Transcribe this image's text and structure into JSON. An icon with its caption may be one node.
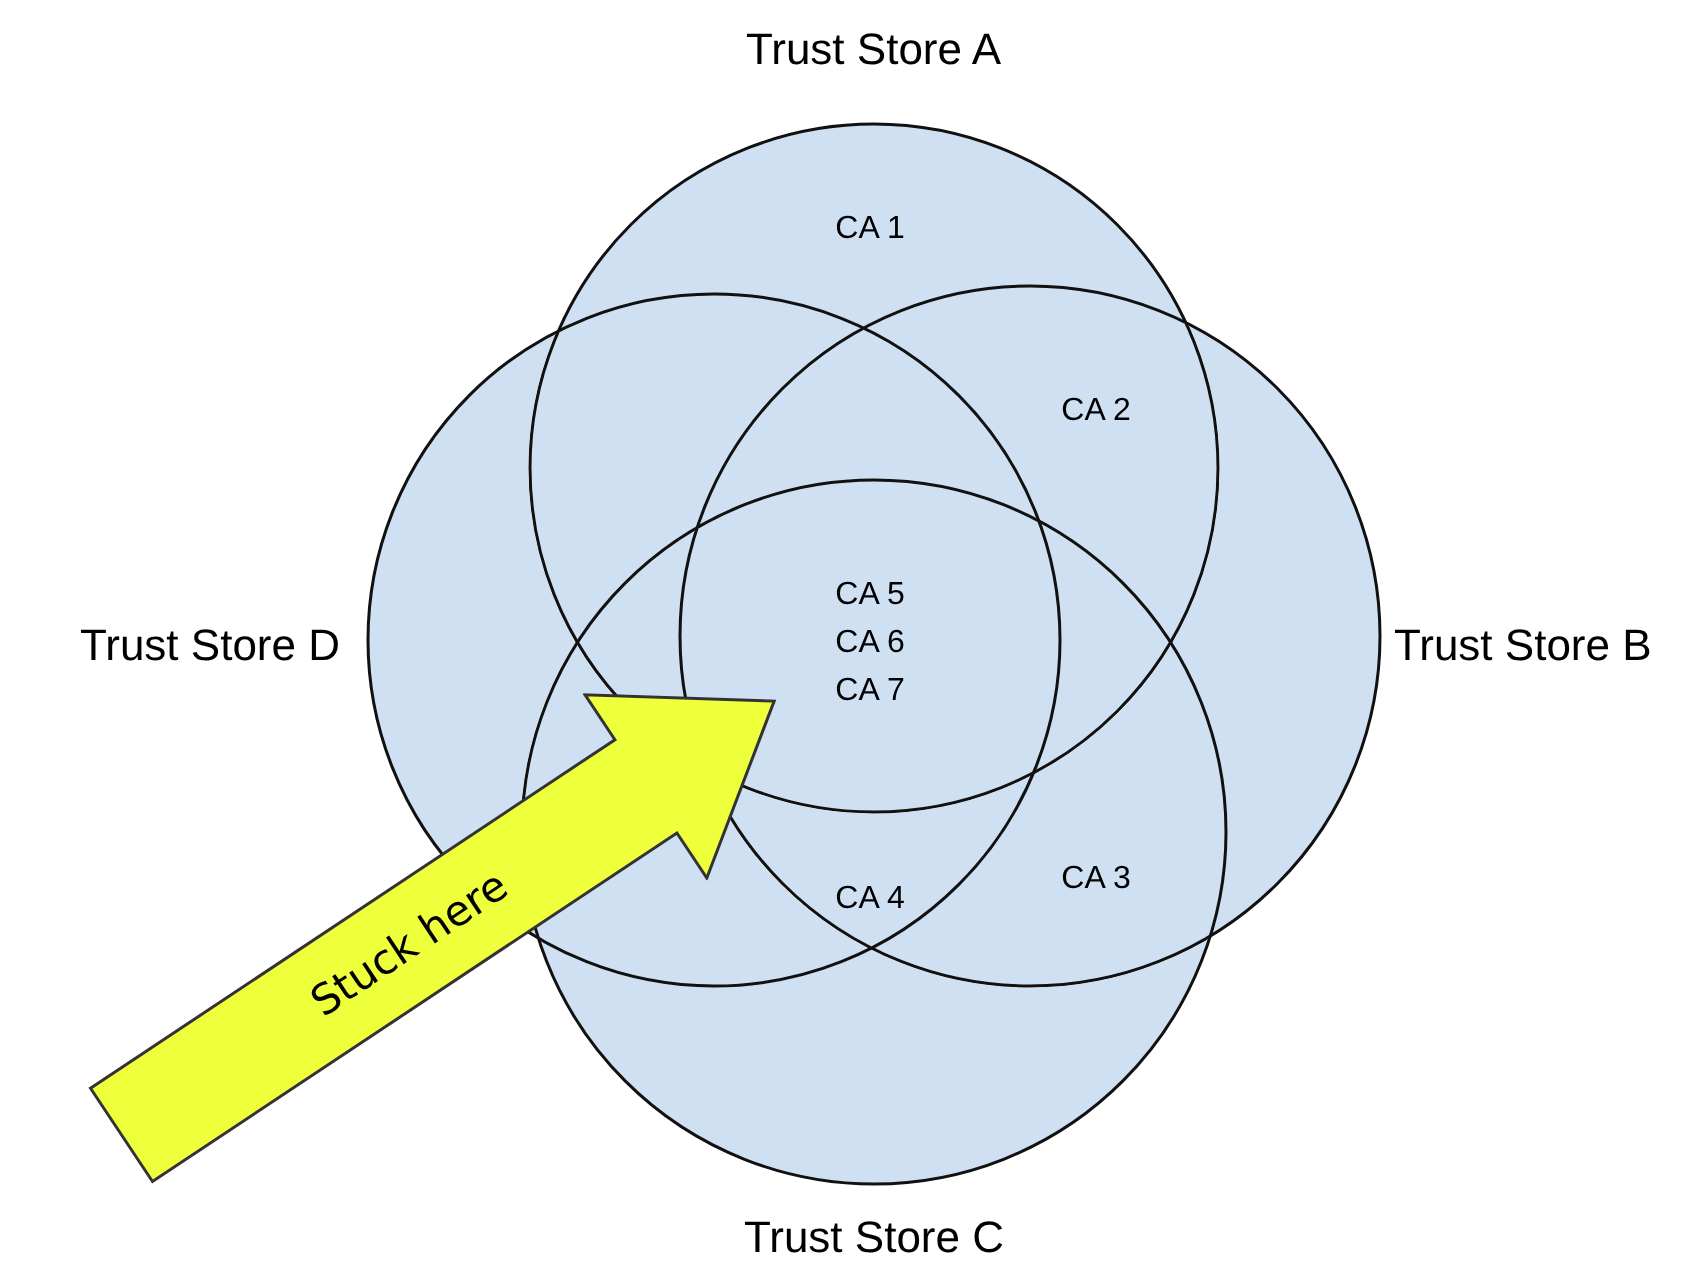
{
  "diagram": {
    "nodes": [
      {
        "text": [
          "Trust Store A"
        ]
      },
      {
        "text": [
          "Trust Store B"
        ]
      },
      {
        "text": [
          "Trust Store C"
        ]
      },
      {
        "text": [
          "Trust Store D"
        ]
      },
      {
        "text": [
          "Stuck here"
        ]
      }
    ],
    "labels": [
      "CA 1",
      "CA 2",
      "CA 5",
      "CA 6",
      "CA 7",
      "CA 3",
      "CA 4"
    ]
  }
}
